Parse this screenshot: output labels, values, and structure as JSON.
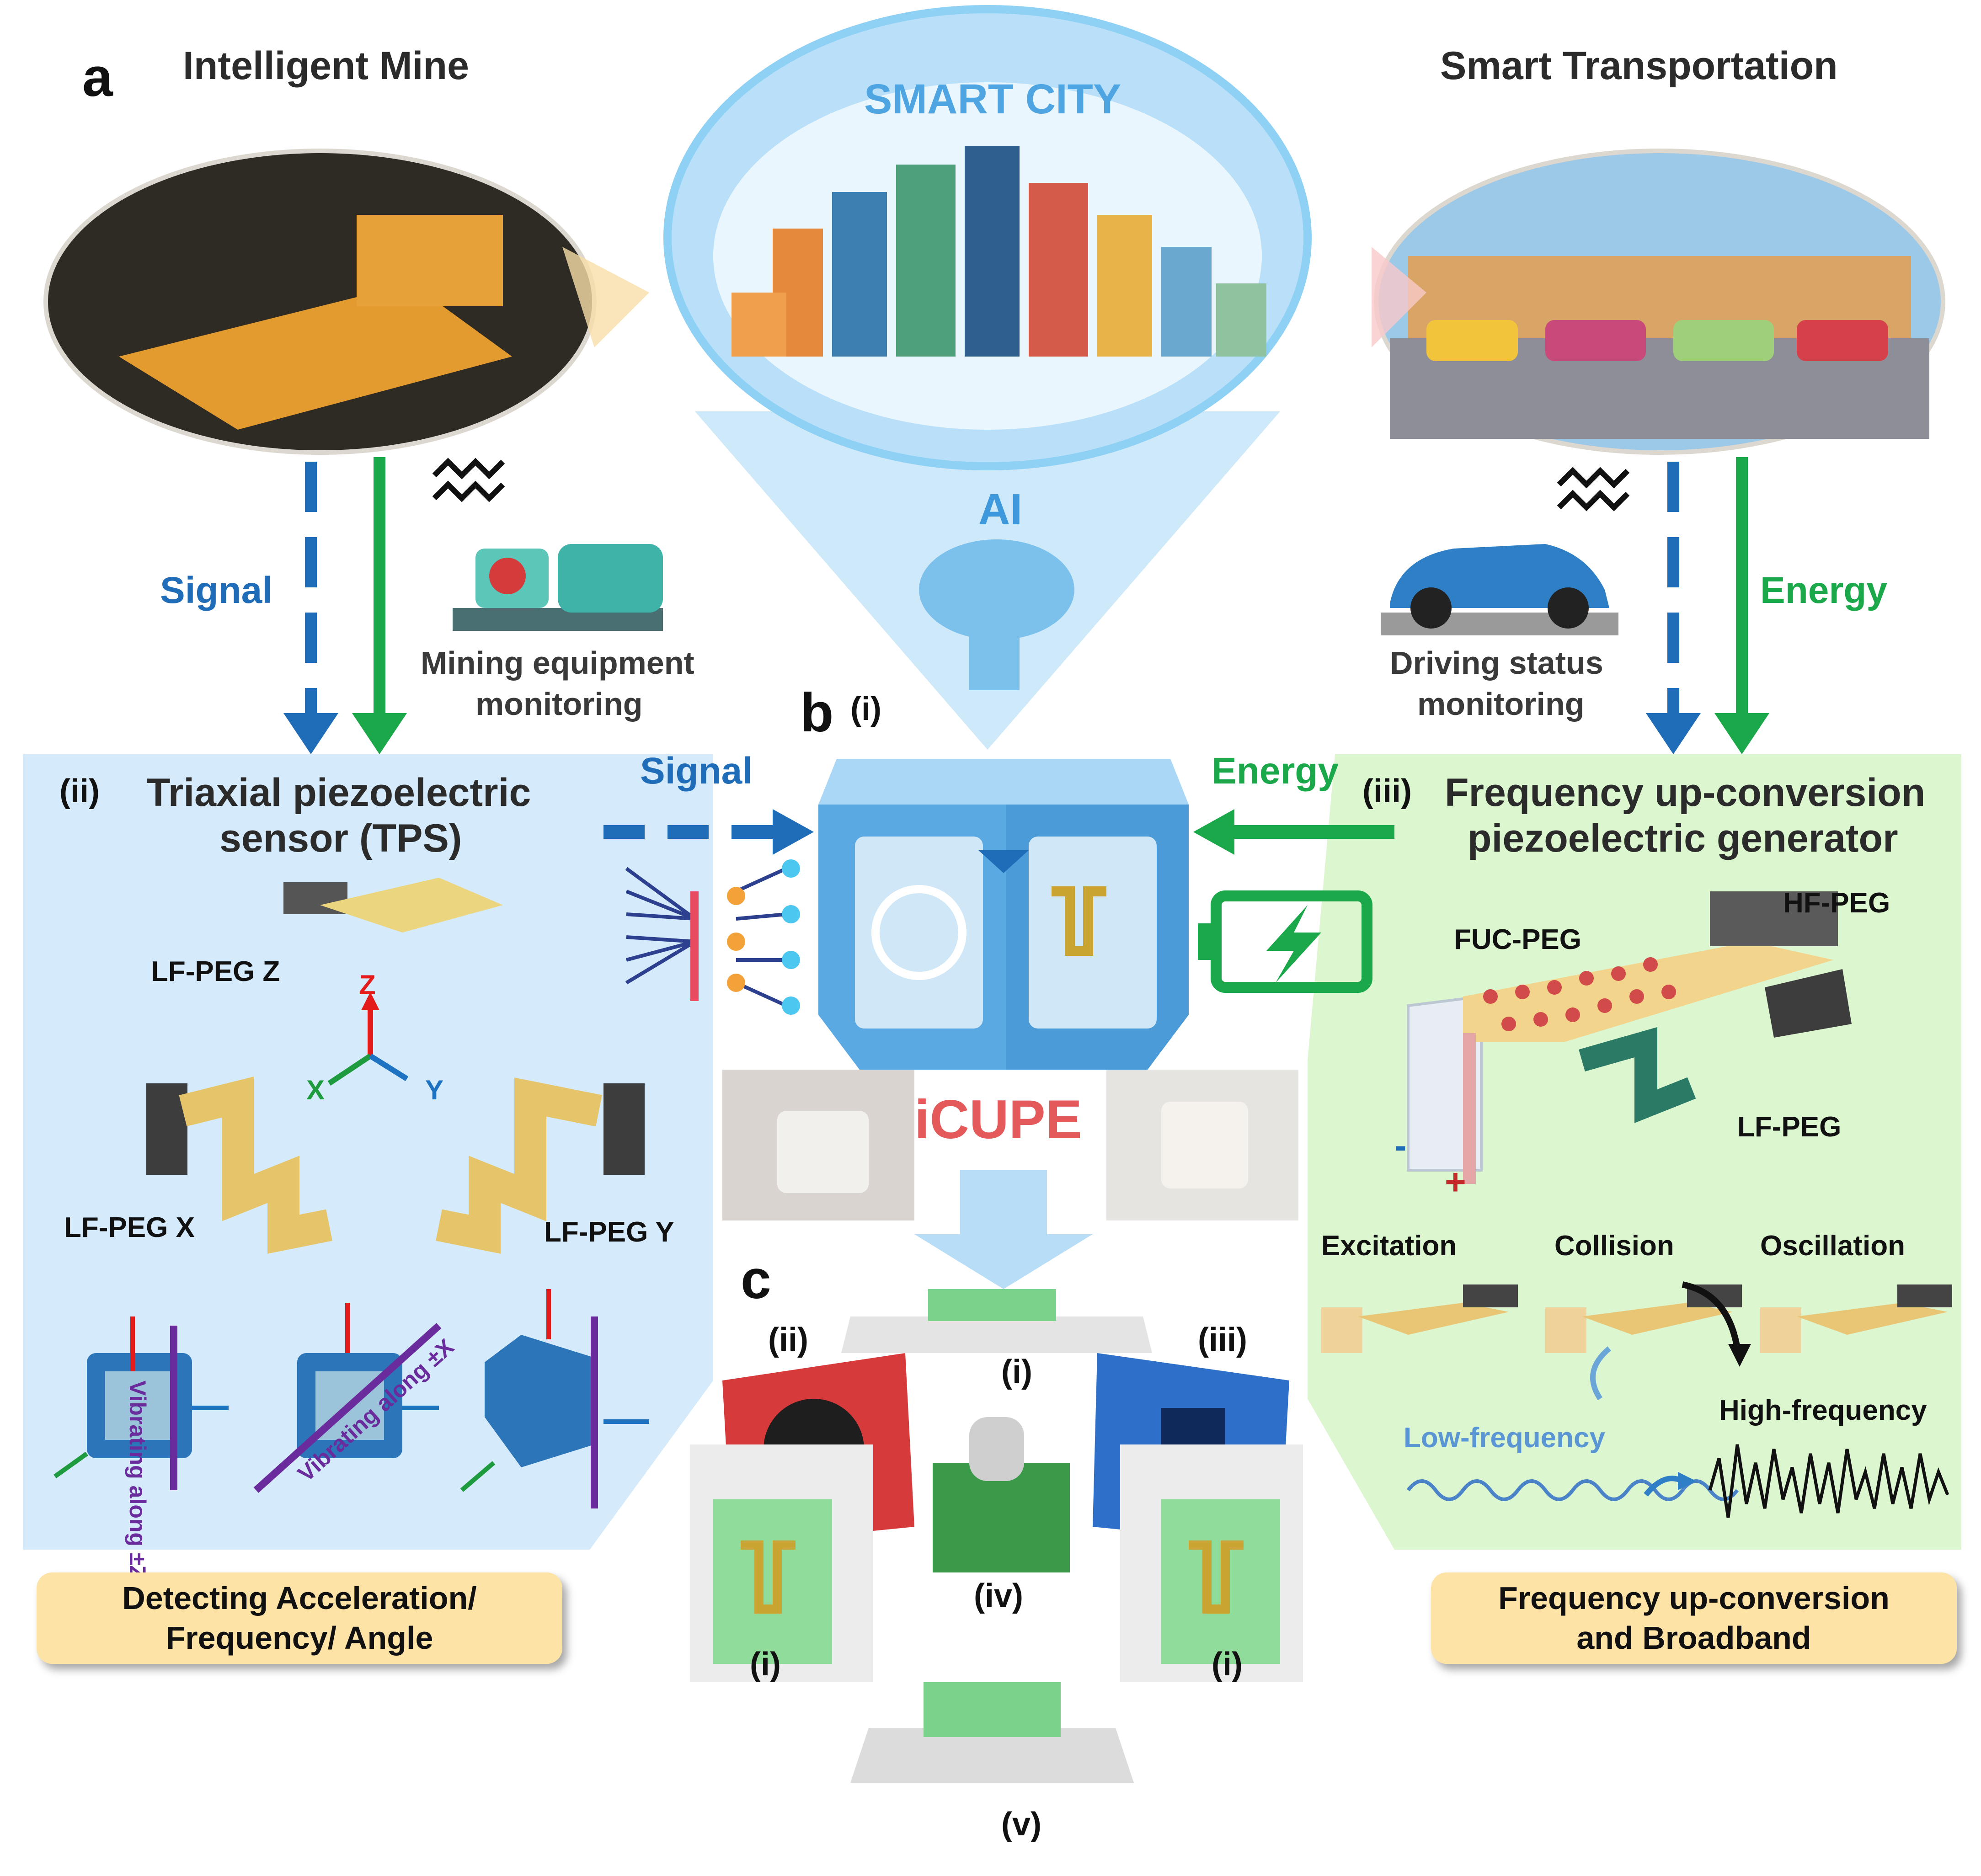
{
  "panel_a": {
    "letter": "a",
    "mine_title": "Intelligent Mine",
    "transport_title": "Smart Transportation",
    "smart_city": "SMART CITY",
    "ai": "AI",
    "signal_label": "Signal",
    "energy_label": "Energy",
    "mining_caption_1": "Mining equipment",
    "mining_caption_2": "monitoring",
    "driving_caption_1": "Driving status",
    "driving_caption_2": "monitoring"
  },
  "panel_b": {
    "letter": "b",
    "sub_i": "(i)",
    "signal": "Signal",
    "energy": "Energy",
    "device_name": "iCUPE",
    "tps": {
      "index": "(ii)",
      "title_1": "Triaxial piezoelectric",
      "title_2": "sensor (TPS)",
      "lfpeg_z": "LF-PEG Z",
      "lfpeg_x": "LF-PEG X",
      "lfpeg_y": "LF-PEG Y",
      "axis_x": "X",
      "axis_y": "Y",
      "axis_z": "Z",
      "vib_z": "Vibrating along ±Z",
      "vib_x": "Vibrating along ±X",
      "summary_1": "Detecting Acceleration/",
      "summary_2": "Frequency/ Angle"
    },
    "fuc": {
      "index": "(iii)",
      "title_1": "Frequency up-conversion",
      "title_2": "piezoelectric generator",
      "fuc_peg": "FUC-PEG",
      "hf_peg": "HF-PEG",
      "lf_peg": "LF-PEG",
      "minus": "-",
      "plus": "+",
      "excitation": "Excitation",
      "collision": "Collision",
      "oscillation": "Oscillation",
      "low_freq": "Low-frequency",
      "high_freq": "High-frequency",
      "summary_1": "Frequency up-conversion",
      "summary_2": "and  Broadband"
    }
  },
  "panel_c": {
    "letter": "c",
    "labels": [
      "(i)",
      "(ii)",
      "(iii)",
      "(iv)",
      "(v)",
      "(i)",
      "(i)"
    ]
  },
  "colors": {
    "signal_blue": "#1f6db8",
    "energy_green": "#1aa84a",
    "left_panel_bg": "#d5ebfb",
    "right_panel_bg": "#dcf6cf",
    "summary_box": "#fde4a6",
    "city_bubble": "#b9e0f8",
    "axis_z_red": "#e31b1b",
    "axis_y_blue": "#1d72c2",
    "axis_x_green": "#1e9b3f",
    "vibration_purple": "#6a2b9c"
  }
}
